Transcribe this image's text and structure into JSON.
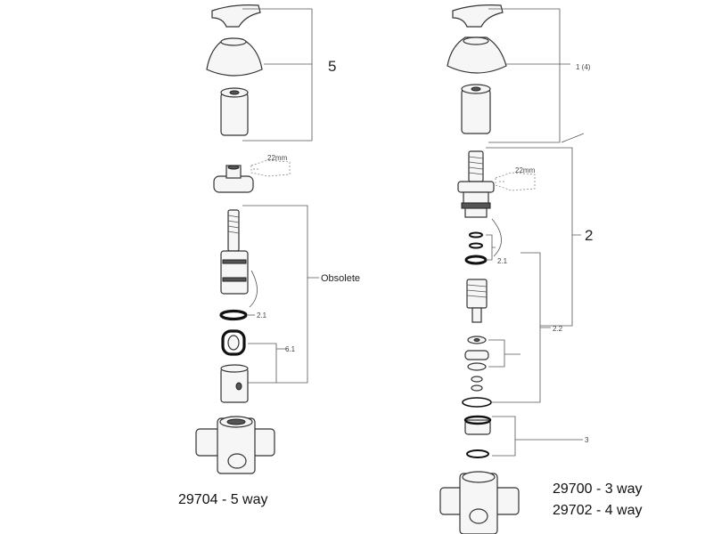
{
  "left_assembly": {
    "callout_5": "5",
    "wrench_size": "22mm",
    "obsolete_label": "Obsolete",
    "callout_2_1": "2.1",
    "callout_6_1": "6.1",
    "model_caption": "29704 - 5 way"
  },
  "right_assembly": {
    "callout_1_4": "1 (4)",
    "wrench_size": "22mm",
    "callout_2": "2",
    "callout_2_1": "2.1",
    "callout_2_2": "2.2",
    "callout_3": "3",
    "model_caption_1": "29700 - 3 way",
    "model_caption_2": "29702 - 4 way"
  }
}
